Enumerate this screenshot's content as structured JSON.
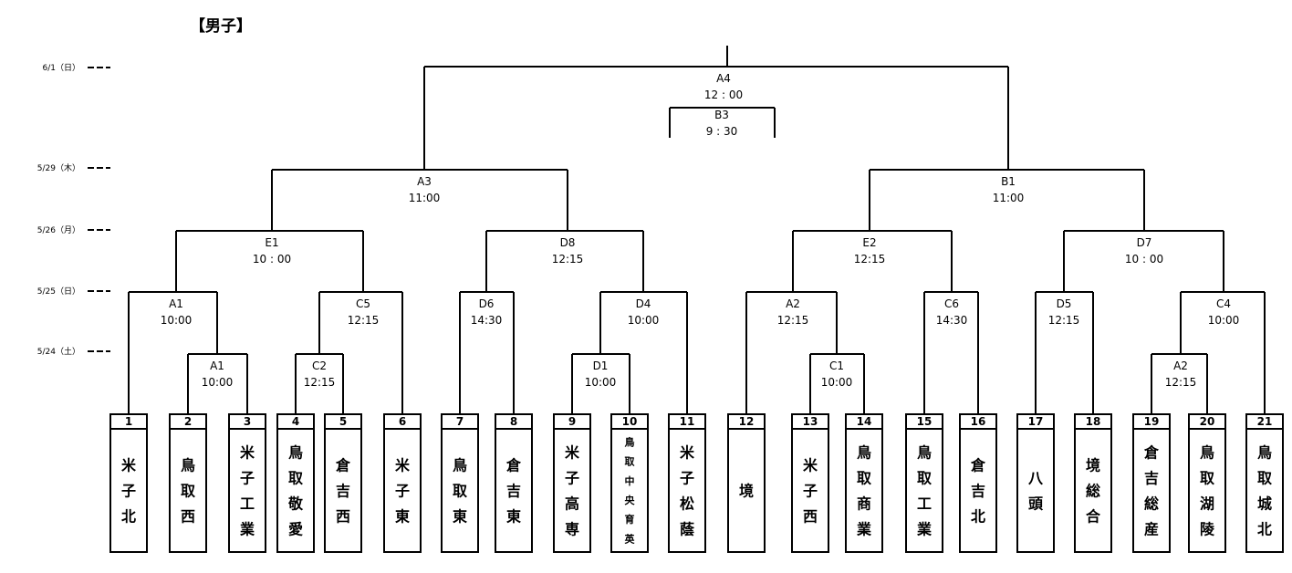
{
  "title": "【男子】",
  "dates": [
    "6/1（日）",
    "5/29（木）",
    "5/26（月）",
    "5/25（日）",
    "5/24（土）"
  ],
  "teams": [
    {
      "num": "1",
      "name": "米子北"
    },
    {
      "num": "2",
      "name": "鳥取西"
    },
    {
      "num": "3",
      "name": "米子工業"
    },
    {
      "num": "4",
      "name": "鳥取敬愛"
    },
    {
      "num": "5",
      "name": "倉吉西"
    },
    {
      "num": "6",
      "name": "米子東"
    },
    {
      "num": "7",
      "name": "鳥取東"
    },
    {
      "num": "8",
      "name": "倉吉東"
    },
    {
      "num": "9",
      "name": "米子高専"
    },
    {
      "num": "10",
      "name": "鳥取中央育英"
    },
    {
      "num": "11",
      "name": "米子松蔭"
    },
    {
      "num": "12",
      "name": "境"
    },
    {
      "num": "13",
      "name": "米子西"
    },
    {
      "num": "14",
      "name": "鳥取商業"
    },
    {
      "num": "15",
      "name": "鳥取工業"
    },
    {
      "num": "16",
      "name": "倉吉北"
    },
    {
      "num": "17",
      "name": "八頭"
    },
    {
      "num": "18",
      "name": "境総合"
    },
    {
      "num": "19",
      "name": "倉吉総産"
    },
    {
      "num": "20",
      "name": "鳥取湖陵"
    },
    {
      "num": "21",
      "name": "鳥取城北"
    }
  ],
  "matches": [
    {
      "id": "r1-a1",
      "court": "A1",
      "time": "10:00"
    },
    {
      "id": "r1-c2",
      "court": "C2",
      "time": "12:15"
    },
    {
      "id": "r1-d1",
      "court": "D1",
      "time": "10:00"
    },
    {
      "id": "r1-c1",
      "court": "C1",
      "time": "10:00"
    },
    {
      "id": "r1-a2",
      "court": "A2",
      "time": "12:15"
    },
    {
      "id": "r2-a1",
      "court": "A1",
      "time": "10:00"
    },
    {
      "id": "r2-c5",
      "court": "C5",
      "time": "12:15"
    },
    {
      "id": "r2-d6",
      "court": "D6",
      "time": "14:30"
    },
    {
      "id": "r2-d4",
      "court": "D4",
      "time": "10:00"
    },
    {
      "id": "r2-a2",
      "court": "A2",
      "time": "12:15"
    },
    {
      "id": "r2-c6",
      "court": "C6",
      "time": "14:30"
    },
    {
      "id": "r2-d5",
      "court": "D5",
      "time": "12:15"
    },
    {
      "id": "r2-c4",
      "court": "C4",
      "time": "10:00"
    },
    {
      "id": "qf-e1",
      "court": "E1",
      "time": "10 : 00"
    },
    {
      "id": "qf-d8",
      "court": "D8",
      "time": "12:15"
    },
    {
      "id": "qf-e2",
      "court": "E2",
      "time": "12:15"
    },
    {
      "id": "qf-d7",
      "court": "D7",
      "time": "10 : 00"
    },
    {
      "id": "sf-a3",
      "court": "A3",
      "time": "11:00"
    },
    {
      "id": "sf-b1",
      "court": "B1",
      "time": "11:00"
    },
    {
      "id": "final-a4",
      "court": "A4",
      "time": "12 : 00"
    },
    {
      "id": "third-b3",
      "court": "B3",
      "time": "9 : 30"
    }
  ]
}
